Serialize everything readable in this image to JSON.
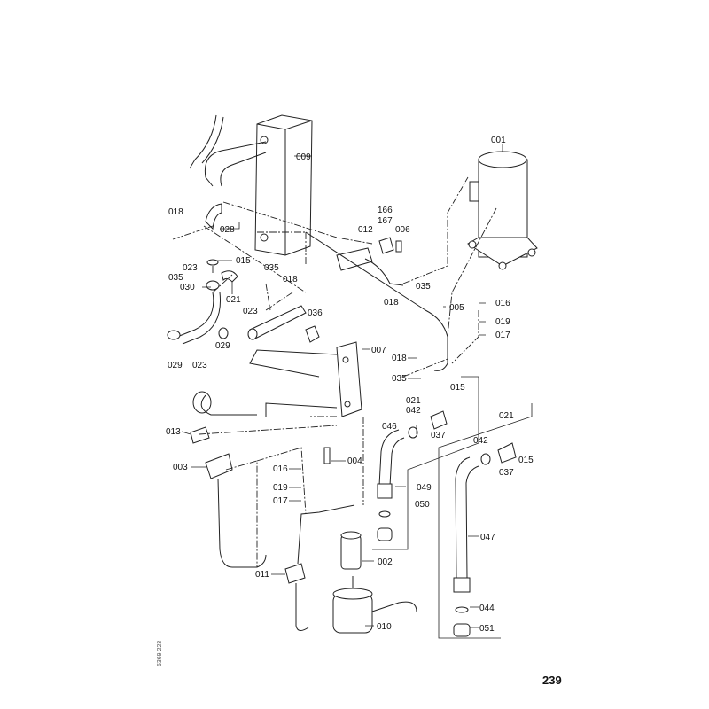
{
  "page_number": "239",
  "drawing_number": "5369 223",
  "parts": [
    "009",
    "001",
    "018",
    "028",
    "023",
    "035",
    "015",
    "030",
    "021",
    "035",
    "018",
    "023",
    "036",
    "029",
    "029",
    "023",
    "166",
    "167",
    "012",
    "006",
    "035",
    "018",
    "005",
    "016",
    "019",
    "017",
    "007",
    "018",
    "035",
    "015",
    "021",
    "042",
    "037",
    "046",
    "013",
    "003",
    "016",
    "004",
    "019",
    "017",
    "049",
    "021",
    "042",
    "037",
    "015",
    "050",
    "047",
    "002",
    "011",
    "044",
    "010",
    "051"
  ]
}
